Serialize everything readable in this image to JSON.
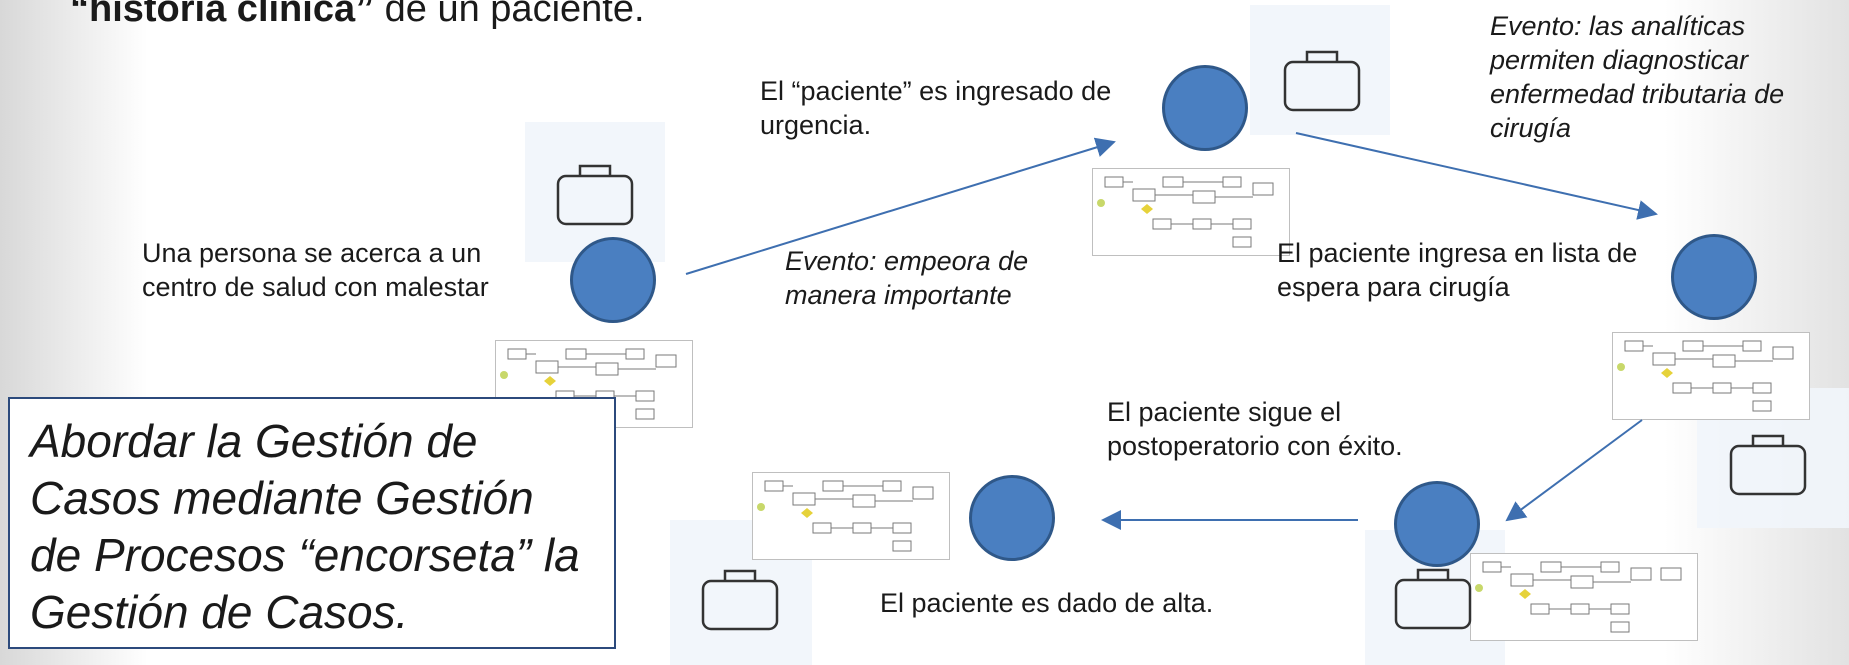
{
  "title": {
    "bold": "“historia clínica”",
    "rest": " de un paciente."
  },
  "labels": {
    "start": "Una persona se acerca a un centro de salud con malestar",
    "admitted": "El “paciente” es ingresado de urgencia.",
    "waitlist": "El paciente ingresa en lista de espera para cirugía",
    "postop": "El paciente sigue el postoperatorio con éxito.",
    "discharged": "El paciente es dado de alta."
  },
  "events": {
    "worsens": "Evento: empeora de manera importante",
    "analytics": "Evento: las analíticas permiten diagnosticar enfermedad tributaria de cirugía"
  },
  "note": "Abordar la Gestión de Casos mediante Gestión de Procesos “encorseta” la Gestión de Casos.",
  "colors": {
    "node": "#4a7fc1",
    "arrow": "#3e6fb0",
    "note_border": "#2c4a7c"
  },
  "icons": [
    "case-folder-icon",
    "process-diagram-thumbnail"
  ]
}
